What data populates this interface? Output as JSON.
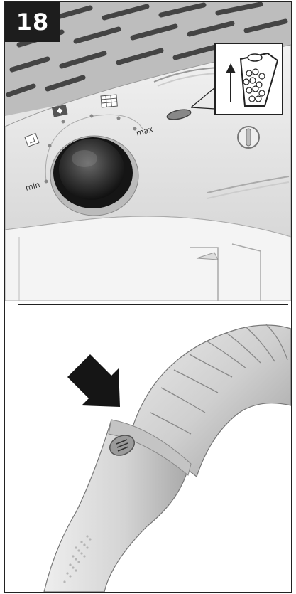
{
  "step": {
    "number": "18"
  },
  "dial": {
    "min_label": "min",
    "max_label": "max"
  },
  "icons": {
    "dial_position_1": "small-square-icon",
    "dial_position_2": "diamond-square-icon",
    "dial_position_3": "grid-square-icon",
    "callout": "filter-bag-up-arrow-icon",
    "pointer": "down-right-arrow-icon"
  },
  "colors": {
    "ink": "#1d1d1d",
    "panel_gray": "#e6e6e6",
    "grille": "#555555"
  }
}
